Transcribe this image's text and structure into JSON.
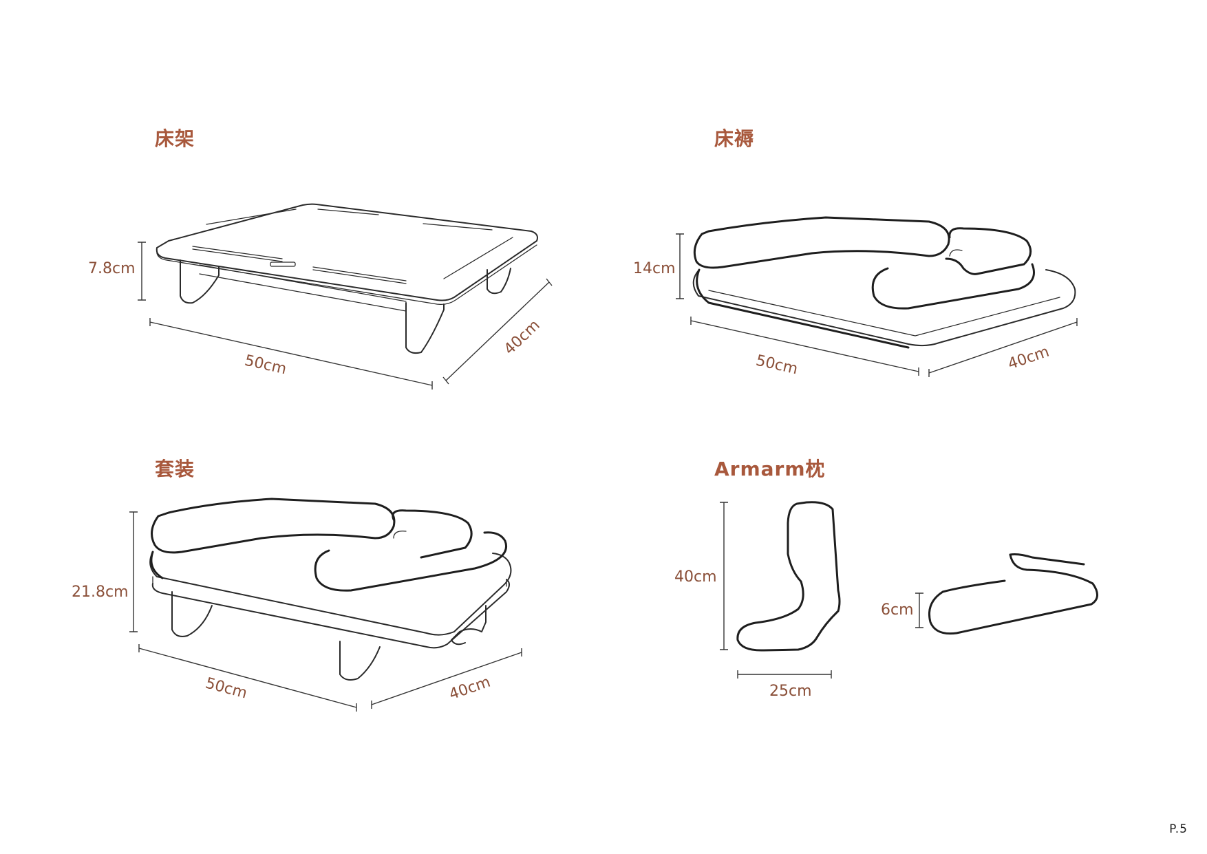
{
  "sections": {
    "frame": {
      "title": "床架",
      "height": "7.8cm",
      "length": "50cm",
      "width": "40cm"
    },
    "mattress": {
      "title": "床褥",
      "height": "14cm",
      "length": "50cm",
      "width": "40cm"
    },
    "set": {
      "title": "套装",
      "height": "21.8cm",
      "length": "50cm",
      "width": "40cm"
    },
    "pillow": {
      "title": "Armarm枕",
      "height": "40cm",
      "depth": "25cm",
      "thickness": "6cm"
    }
  },
  "page": {
    "number": "P.5"
  },
  "colors": {
    "accent": "#a8583c",
    "dimension_text": "#8a4f38",
    "line": "#2a2a2a"
  }
}
